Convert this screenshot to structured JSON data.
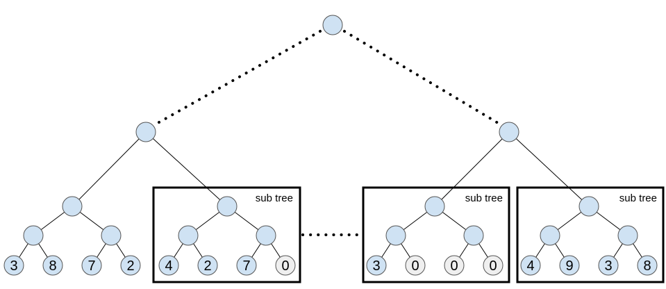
{
  "diagram": {
    "colors": {
      "node_fill": "#cfe2f3",
      "zero_leaf_fill": "#efefef",
      "line": "#000000"
    },
    "subtree_label": "sub tree",
    "subtrees": [
      {
        "label": "sub tree",
        "leaves": [
          "4",
          "2",
          "7",
          "0"
        ]
      },
      {
        "label": "sub tree",
        "leaves": [
          "3",
          "0",
          "0",
          "0"
        ]
      },
      {
        "label": "sub tree",
        "leaves": [
          "4",
          "9",
          "3",
          "8"
        ]
      }
    ],
    "leaves": [
      "3",
      "8",
      "7",
      "2",
      "4",
      "2",
      "7",
      "0",
      "3",
      "0",
      "0",
      "0",
      "4",
      "9",
      "3",
      "8"
    ]
  }
}
